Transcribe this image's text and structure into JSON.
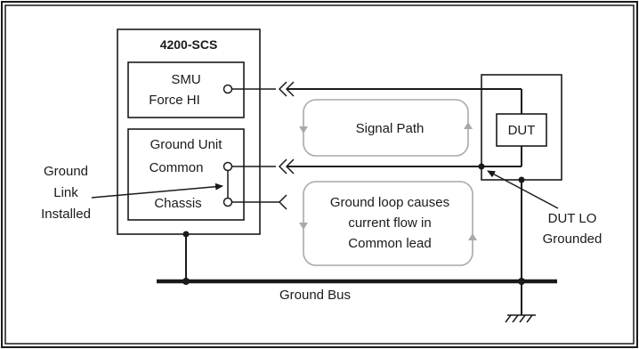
{
  "instrument": {
    "title": "4200-SCS"
  },
  "smu": {
    "line1": "SMU",
    "line2": "Force HI"
  },
  "ground_unit": {
    "title": "Ground Unit",
    "common": "Common",
    "chassis": "Chassis"
  },
  "dut": {
    "label": "DUT"
  },
  "loops": {
    "signal": "Signal Path",
    "ground_line1": "Ground loop causes",
    "ground_line2": "current flow in",
    "ground_line3": "Common lead"
  },
  "callouts": {
    "ground_link_line1": "Ground",
    "ground_link_line2": "Link",
    "ground_link_line3": "Installed",
    "dut_lo_line1": "DUT LO",
    "dut_lo_line2": "Grounded"
  },
  "bus": {
    "label": "Ground Bus"
  },
  "colors": {
    "wire": "#1a1a1a",
    "loop": "#a9a9a9",
    "background": "#ffffff"
  }
}
